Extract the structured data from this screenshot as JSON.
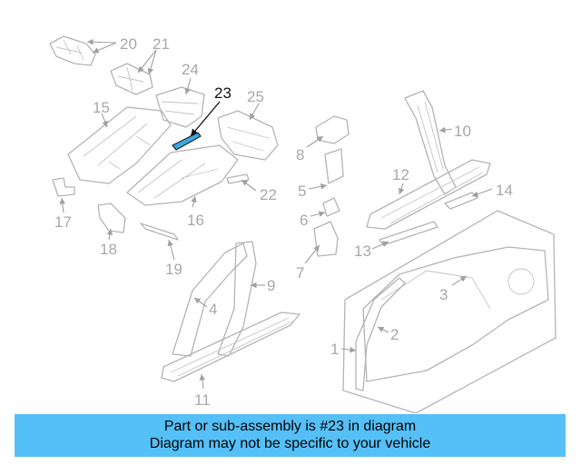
{
  "callouts": [
    "1",
    "2",
    "3",
    "4",
    "5",
    "6",
    "7",
    "8",
    "9",
    "10",
    "11",
    "12",
    "13",
    "14",
    "15",
    "16",
    "17",
    "18",
    "19",
    "20",
    "21",
    "22",
    "23",
    "24",
    "25"
  ],
  "highlighted_callout": "23",
  "colors": {
    "highlight": "#3aa9e6",
    "banner": "#55c0f7",
    "parts": "#b4b4b4"
  },
  "banner": {
    "line1": "Part or sub-assembly is #23 in diagram",
    "line2": "Diagram may not be specific to your vehicle"
  }
}
